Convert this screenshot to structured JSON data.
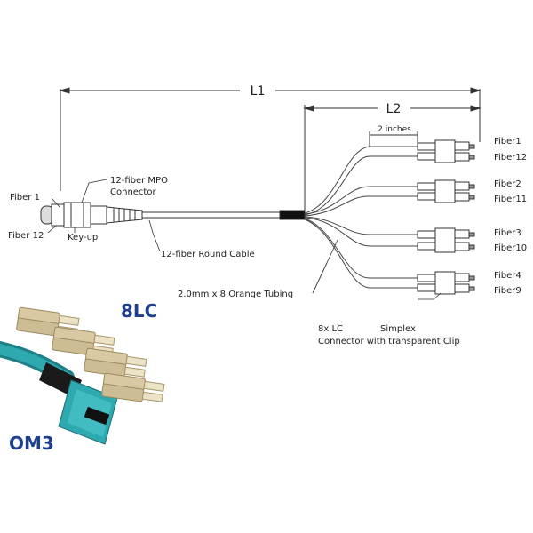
{
  "dimensions": {
    "l1": "L1",
    "l2": "L2",
    "spacing": "2 inches"
  },
  "connector": {
    "fiber_top": "Fiber 1",
    "fiber_bottom": "Fiber 12",
    "mpo_line1": "12-fiber MPO",
    "mpo_line2": "Connector",
    "key_up": "Key-up"
  },
  "cable": {
    "round_cable": "12-fiber Round Cable",
    "tubing": "2.0mm x 8 Orange Tubing"
  },
  "lc": {
    "line1_left": "8x LC",
    "line1_right": "Simplex",
    "line2": "Connector with transparent Clip"
  },
  "fibers": [
    {
      "a": "Fiber1",
      "b": "Fiber12"
    },
    {
      "a": "Fiber2",
      "b": "Fiber11"
    },
    {
      "a": "Fiber3",
      "b": "Fiber10"
    },
    {
      "a": "Fiber4",
      "b": "Fiber9"
    }
  ],
  "product": {
    "label_8lc": "8LC",
    "label_om3": "OM3"
  },
  "colors": {
    "line": "#333333",
    "brand_blue": "#1f3f8f",
    "aqua": "#2fa9b0",
    "lc_beige": "#d8c9a3"
  }
}
